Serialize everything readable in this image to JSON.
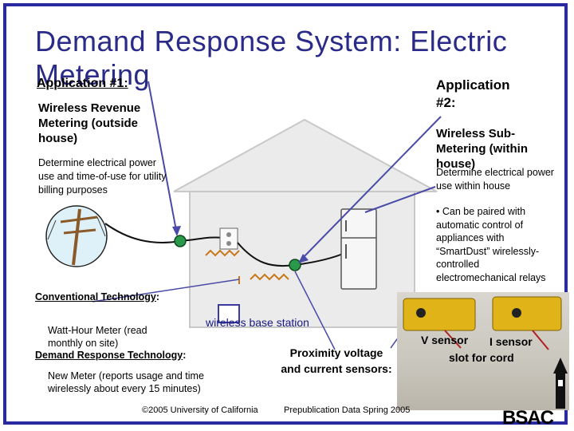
{
  "title": {
    "line1": "Demand Response System:  Electric",
    "line2": "Metering"
  },
  "app1": {
    "heading": "Application #1:",
    "subheading": "Wireless Revenue Metering (outside house)",
    "description": "Determine electrical power use and time-of-use for utility billing purposes"
  },
  "app2": {
    "heading": "Application #2:",
    "subheading": "Wireless Sub-Metering (within house)",
    "description": "Determine electrical power use within house",
    "bullet": "• Can be paired with automatic control of appliances with “SmartDust” wirelessly-controlled electromechanical relays"
  },
  "conventional": {
    "heading": "Conventional Technology",
    "colon": ":",
    "watt_hour": "Watt-Hour Meter (read monthly on site)"
  },
  "demand_response": {
    "heading": "Demand Response Technology",
    "colon": ":",
    "new_meter_bold": "New Meter",
    "new_meter_rest": " (reports usage and time wirelessly about every 15 minutes)"
  },
  "labels": {
    "wireless_base_station": "wireless base station",
    "proximity": "Proximity voltage and current sensors:",
    "v_sensor": "V sensor",
    "i_sensor": "I sensor",
    "slot": "slot for cord"
  },
  "footer": {
    "copyright": "©2005 University of California",
    "prepub": "Prepublication Data Spring 2005"
  },
  "logo": {
    "text": "BSAC"
  },
  "colors": {
    "title": "#2a2a88",
    "border": "#2a2aa0",
    "arrow": "#4a4aa8",
    "node": "#2a9a4a",
    "squiggle": "#c87818"
  }
}
